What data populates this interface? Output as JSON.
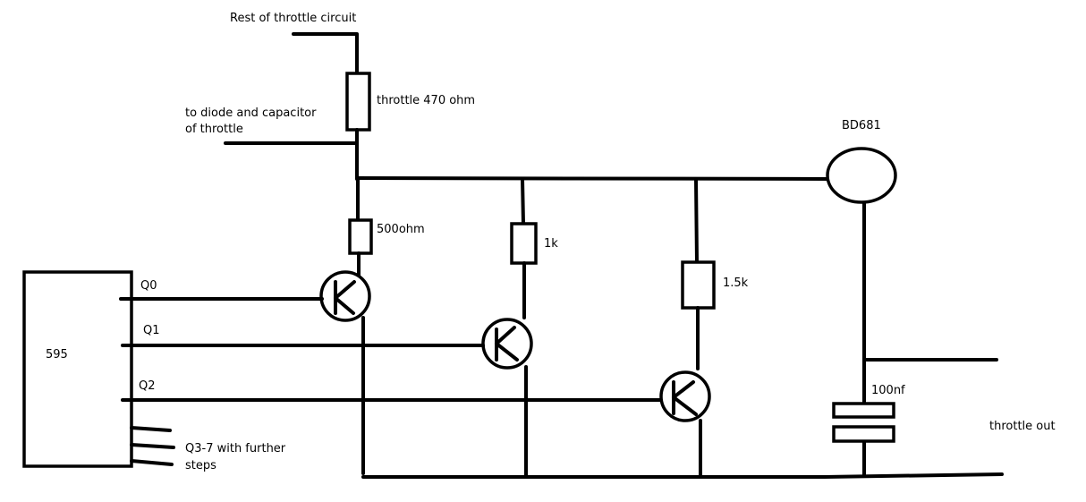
{
  "labels": {
    "rest_of_circuit": "Rest of throttle circuit",
    "to_diode_line1": "to diode and capacitor",
    "to_diode_line2": "of throttle",
    "throttle_resistor": "throttle 470 ohm",
    "bd681": "BD681",
    "r500": "500ohm",
    "r1k": "1k",
    "r15k": "1.5k",
    "ic": "595",
    "q0": "Q0",
    "q1": "Q1",
    "q2": "Q2",
    "q37_line1": "Q3-7 with further",
    "q37_line2": "steps",
    "cap": "100nf",
    "throttle_out": "throttle out"
  }
}
